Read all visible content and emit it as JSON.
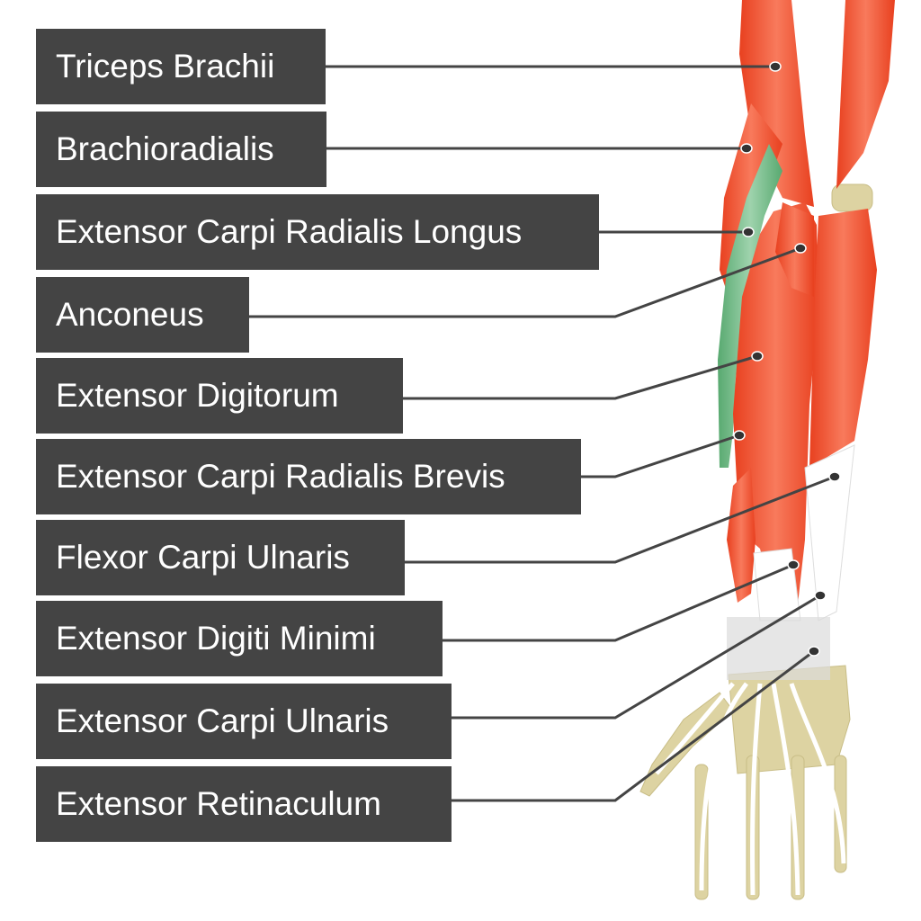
{
  "labels": [
    "Triceps Brachii",
    "Brachioradialis",
    "Extensor Carpi Radialis Longus",
    "Anconeus",
    "Extensor Digitorum",
    "Extensor Carpi Radialis Brevis",
    "Flexor Carpi Ulnaris",
    "Extensor Digiti Minimi",
    "Extensor Carpi Ulnaris",
    "Extensor Retinaculum"
  ],
  "colors": {
    "muscle": "#f04a2a",
    "highlight": "#6dbb84",
    "bone": "#ddd3a2",
    "label_bg": "#444444",
    "line": "#444444"
  }
}
